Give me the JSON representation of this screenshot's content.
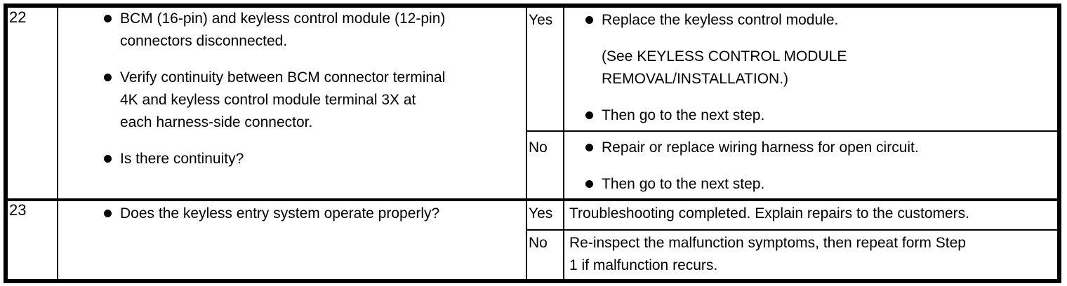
{
  "document": {
    "kind": "troubleshooting-table",
    "colors": {
      "text": "#000000",
      "border": "#000000",
      "background": "#ffffff"
    },
    "steps": [
      {
        "step_number": "22",
        "inspection": {
          "bullets": [
            "BCM (16-pin) and keyless control module (12-pin)\nconnectors disconnected.",
            "Verify continuity between BCM connector terminal\n4K and keyless control module terminal 3X at\neach harness-side connector.",
            "Is there continuity?"
          ]
        },
        "results": {
          "yes": {
            "label": "Yes",
            "bullets": [
              {
                "text": "Replace the keyless control module.",
                "note": "(See KEYLESS CONTROL MODULE\nREMOVAL/INSTALLATION.)"
              },
              {
                "text": "Then go to the next step."
              }
            ]
          },
          "no": {
            "label": "No",
            "bullets": [
              {
                "text": "Repair or replace wiring harness for open circuit."
              },
              {
                "text": "Then go to the next step."
              }
            ]
          }
        }
      },
      {
        "step_number": "23",
        "inspection": {
          "bullets": [
            "Does the keyless entry system operate properly?"
          ]
        },
        "results": {
          "yes": {
            "label": "Yes",
            "text": "Troubleshooting completed. Explain repairs to the customers."
          },
          "no": {
            "label": "No",
            "text": "Re-inspect the malfunction symptoms, then repeat form Step\n1 if malfunction recurs."
          }
        }
      }
    ]
  }
}
